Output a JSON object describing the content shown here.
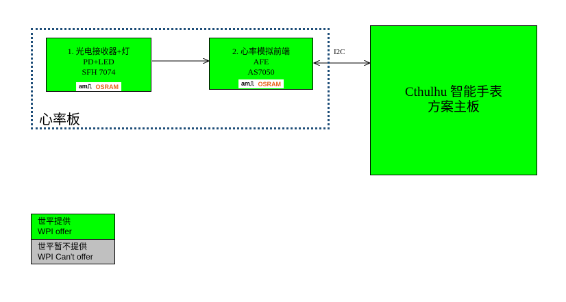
{
  "group": {
    "label": "心率板"
  },
  "block1": {
    "lines": [
      "1. 光电接收器+灯",
      "PD+LED",
      "SFH 7074"
    ],
    "logo": {
      "ams": "am⎍",
      "osram": "OSRAM"
    }
  },
  "block2": {
    "lines": [
      "2. 心率模拟前端",
      "AFE",
      "AS7050"
    ],
    "logo": {
      "ams": "am⎍",
      "osram": "OSRAM"
    }
  },
  "main_board": {
    "lines": [
      "Cthulhu 智能手表",
      "方案主板"
    ]
  },
  "connector_label": "I2C",
  "legend": [
    {
      "lines": [
        "世平提供",
        "WPI offer"
      ],
      "color": "#00ff00"
    },
    {
      "lines": [
        "世平暂不提供",
        "WPI Can't offer"
      ],
      "color": "#c0c0c0"
    }
  ],
  "colors": {
    "provided": "#00ff00",
    "not_provided": "#c0c0c0",
    "group_border": "#1f4e79"
  }
}
